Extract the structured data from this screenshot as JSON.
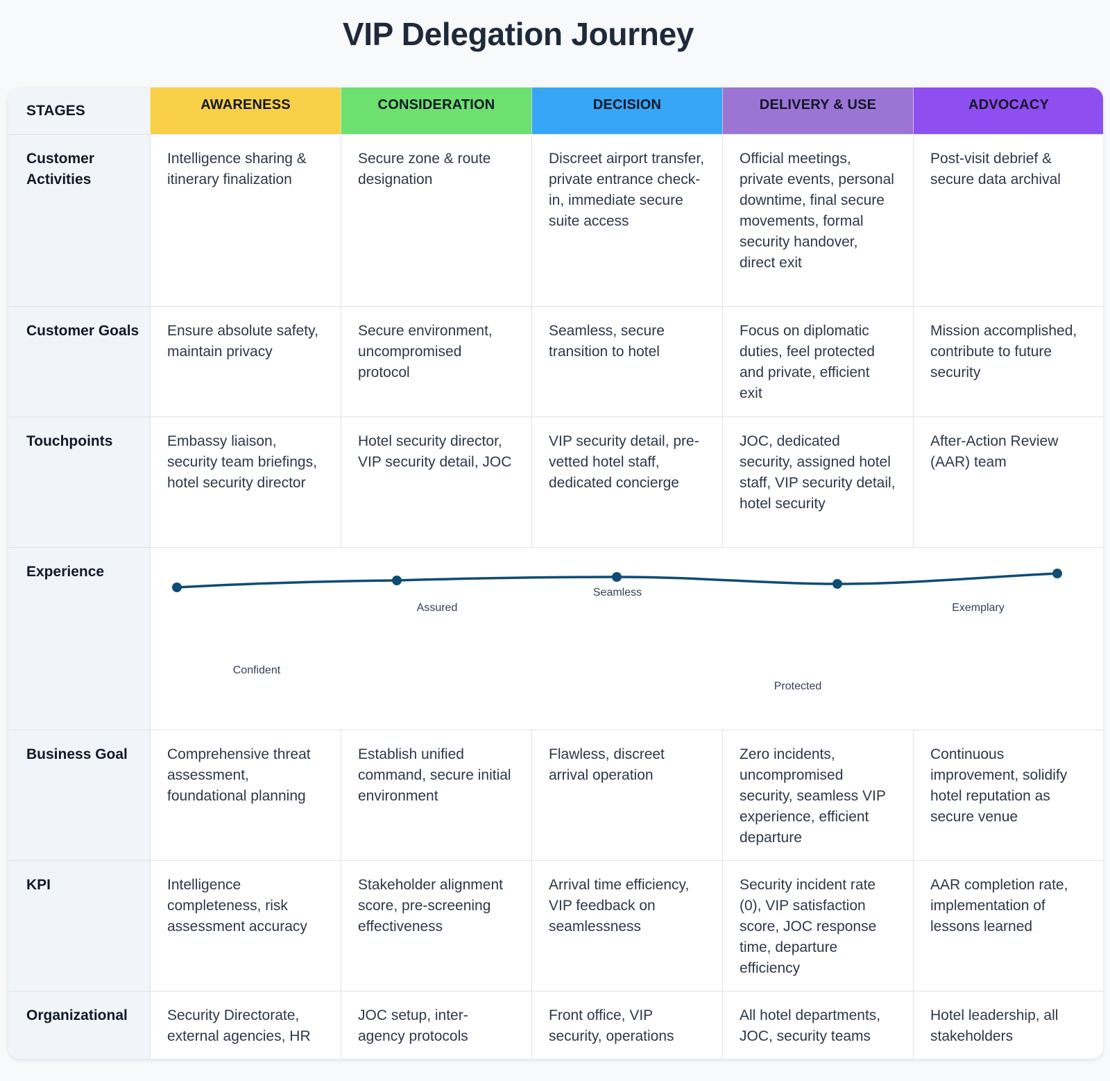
{
  "title": "VIP Delegation Journey",
  "header_label": "STAGES",
  "stages": [
    {
      "name": "AWARENESS",
      "color": "#f8d047"
    },
    {
      "name": "CONSIDERATION",
      "color": "#6ee06f"
    },
    {
      "name": "DECISION",
      "color": "#38a6f6"
    },
    {
      "name": "DELIVERY & USE",
      "color": "#9b74d4"
    },
    {
      "name": "ADVOCACY",
      "color": "#8f4ef0"
    }
  ],
  "rows": [
    {
      "label": "Customer Activities",
      "cells": [
        "Intelligence sharing & itinerary finalization",
        "Secure zone & route designation",
        "Discreet airport transfer, private entrance check-in, immediate secure suite access",
        "Official meetings, private events, personal downtime, final secure movements, formal security handover, direct exit",
        "Post-visit debrief & secure data archival"
      ]
    },
    {
      "label": "Customer Goals",
      "cells": [
        "Ensure absolute safety, maintain privacy",
        "Secure environment, uncompromised protocol",
        "Seamless, secure transition to hotel",
        "Focus on diplomatic duties, feel protected and private, efficient exit",
        "Mission accomplished, contribute to future security"
      ]
    },
    {
      "label": "Touchpoints",
      "cells": [
        "Embassy liaison, security team briefings, hotel security director",
        "Hotel security director, VIP security detail, JOC",
        "VIP security detail, pre-vetted hotel staff, dedicated concierge",
        "JOC, dedicated security, assigned hotel staff, VIP security detail, hotel security",
        "After-Action Review (AAR) team"
      ]
    }
  ],
  "experience": {
    "label": "Experience",
    "points": [
      {
        "label": "Confident"
      },
      {
        "label": "Assured"
      },
      {
        "label": "Seamless"
      },
      {
        "label": "Protected"
      },
      {
        "label": "Exemplary"
      }
    ],
    "line_color": "#0f4c75"
  },
  "rows_after": [
    {
      "label": "Business Goal",
      "cells": [
        "Comprehensive threat assessment, foundational planning",
        "Establish unified command, secure initial environment",
        "Flawless, discreet arrival operation",
        "Zero incidents, uncompromised security, seamless VIP experience, efficient departure",
        "Continuous improvement, solidify hotel reputation as secure venue"
      ]
    },
    {
      "label": "KPI",
      "cells": [
        "Intelligence completeness, risk assessment accuracy",
        "Stakeholder alignment score, pre-screening effectiveness",
        "Arrival time efficiency, VIP feedback on seamlessness",
        "Security incident rate (0), VIP satisfaction score, JOC response time, departure efficiency",
        "AAR completion rate, implementation of lessons learned"
      ]
    },
    {
      "label": "Organizational",
      "cells": [
        "Security Directorate, external agencies, HR",
        "JOC setup, inter-agency protocols",
        "Front office, VIP security, operations",
        "All hotel departments, JOC, security teams",
        "Hotel leadership, all stakeholders"
      ]
    }
  ]
}
